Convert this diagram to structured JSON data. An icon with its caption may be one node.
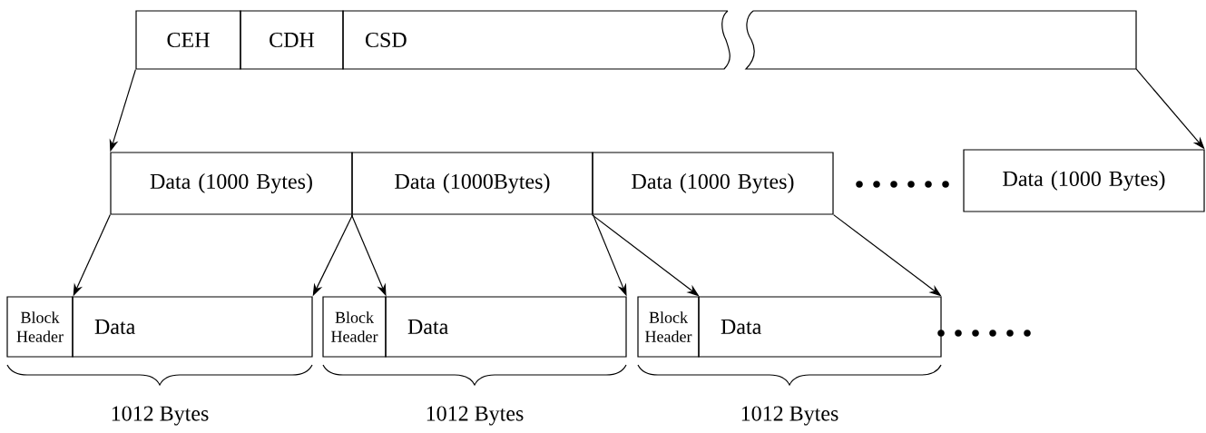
{
  "diagram": {
    "nodes": [
      {
        "text": [
          "CEH"
        ]
      },
      {
        "text": [
          "CDH"
        ]
      },
      {
        "text": [
          "CSD"
        ]
      },
      {
        "text": [],
        "shape": "box"
      },
      {
        "text": [
          "Data (1000 Bytes)"
        ]
      },
      {
        "text": [
          "Data (1000Bytes)"
        ]
      },
      {
        "text": [
          "Data (1000 Bytes)"
        ]
      },
      {
        "text": [
          "Data (1000 Bytes)"
        ]
      },
      {
        "text": [
          "Block Header"
        ]
      },
      {
        "text": [
          "Data"
        ]
      },
      {
        "text": [
          "Block Header"
        ]
      },
      {
        "text": [
          "Data"
        ]
      },
      {
        "text": [
          "Block Header"
        ]
      },
      {
        "text": [
          "Data"
        ]
      }
    ],
    "edges": [
      {
        "from": 0,
        "to": 4,
        "arrow": "to"
      },
      {
        "from": 3,
        "to": 7,
        "arrow": "to"
      },
      {
        "from": 4,
        "to": 8,
        "arrow": "to"
      },
      {
        "from": 4,
        "to": 9,
        "arrow": "to"
      },
      {
        "from": 5,
        "to": 10,
        "arrow": "to"
      },
      {
        "from": 5,
        "to": 11,
        "arrow": "to"
      },
      {
        "from": 6,
        "to": 12,
        "arrow": "to"
      },
      {
        "from": 6,
        "to": 13,
        "arrow": "to"
      }
    ],
    "labels": [
      "1012 Bytes",
      "1012 Bytes",
      "1012 Bytes"
    ]
  }
}
